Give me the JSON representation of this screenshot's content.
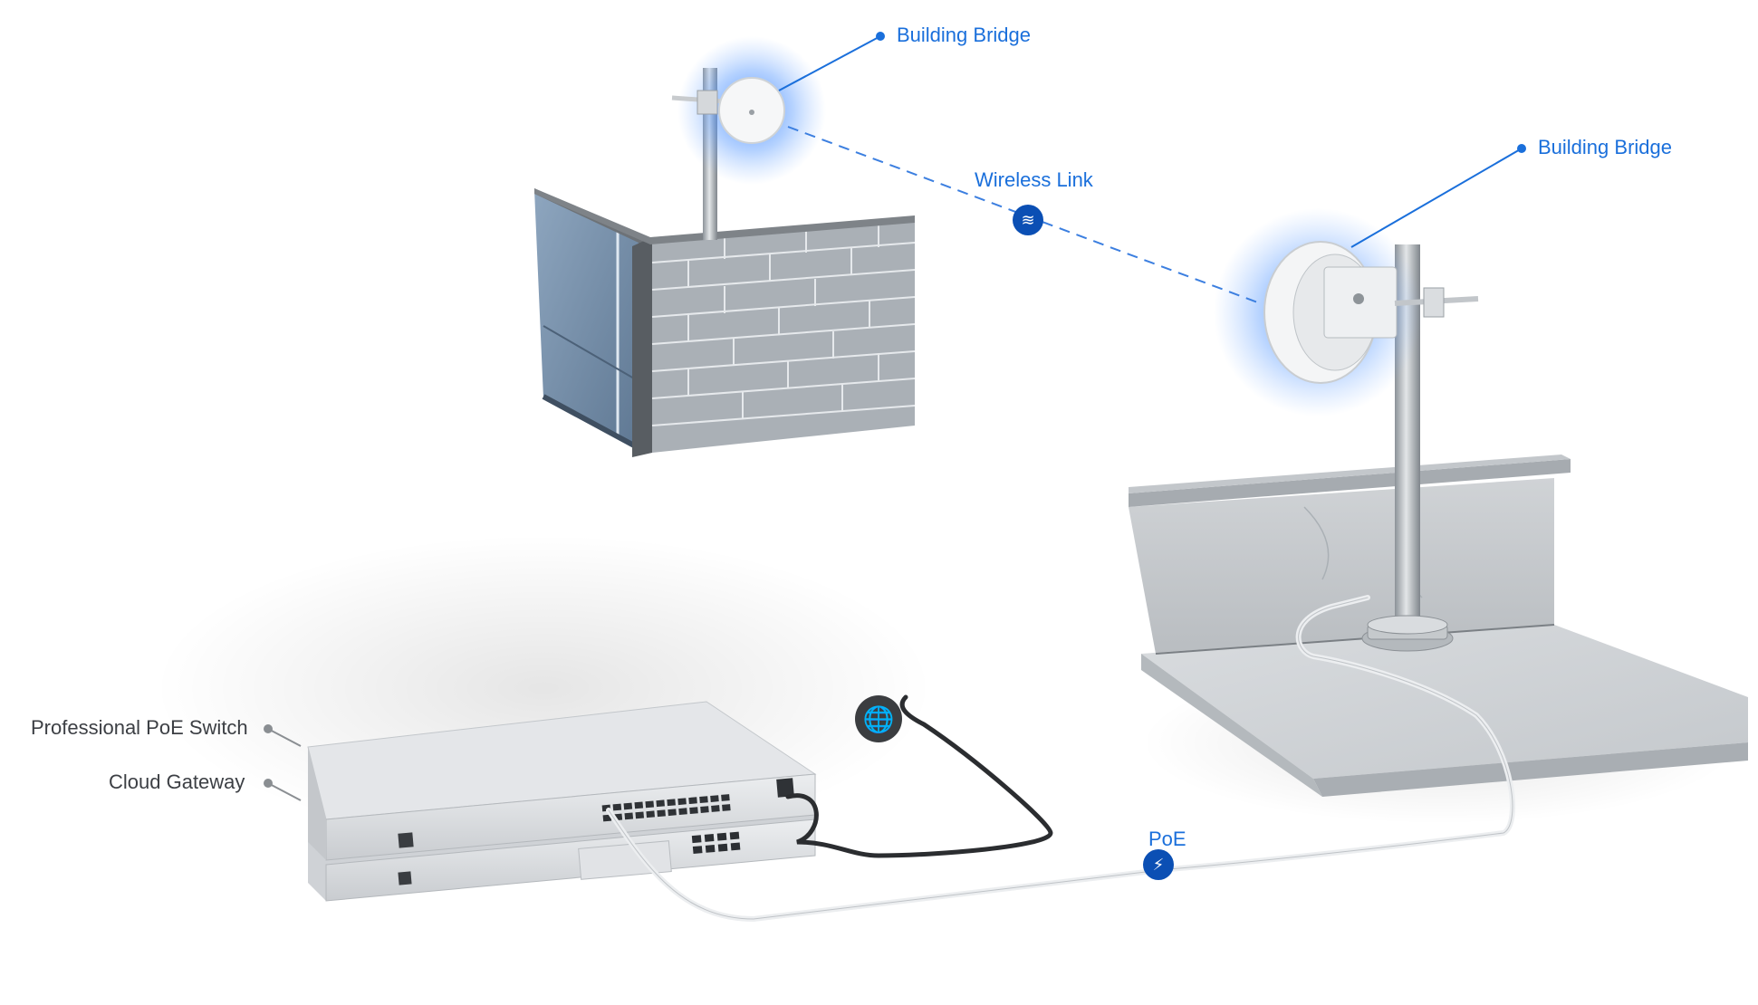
{
  "labels": {
    "bridge_left": "Building Bridge",
    "bridge_right": "Building Bridge",
    "wireless_link": "Wireless Link",
    "poe": "PoE",
    "poe_switch": "Professional PoE Switch",
    "cloud_gateway": "Cloud Gateway"
  },
  "icons": {
    "wireless": "wireless-waves-icon",
    "poe": "lightning-bolt-icon",
    "internet": "globe-icon"
  },
  "colors": {
    "accent_blue": "#1a6fdb",
    "badge_blue": "#0b4fb4",
    "label_grey": "#3c3f44",
    "glow": "#2f7bff"
  }
}
